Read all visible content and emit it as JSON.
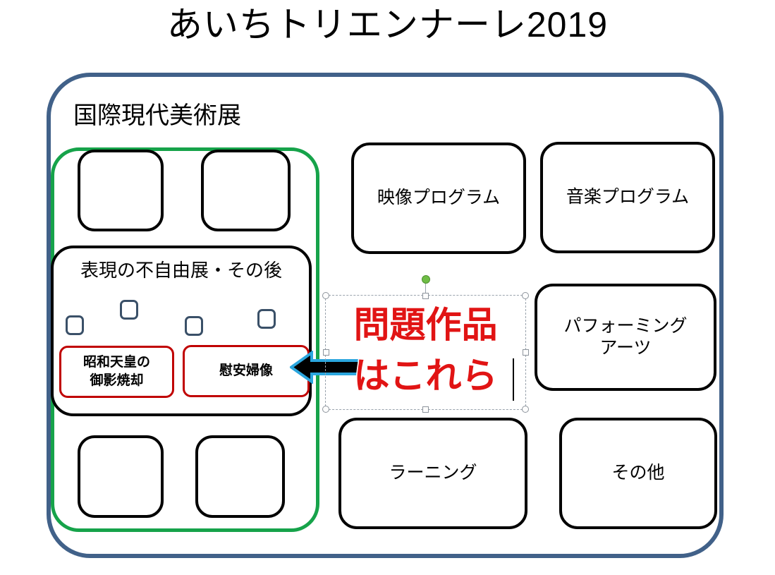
{
  "slide": {
    "title": "あいちトリエンナーレ2019",
    "background_color": "#FFFFFF"
  },
  "outer_frame": {
    "name": "outer-container",
    "border_color": "#416189"
  },
  "left_column": {
    "heading": "国際現代美術展",
    "green_frame_color": "#16A34A",
    "empty_cards": [
      {
        "label": ""
      },
      {
        "label": ""
      },
      {
        "label": ""
      },
      {
        "label": ""
      }
    ],
    "fuzuyu_group": {
      "label": "表現の不自由展・その後",
      "mini_squares_count": 4,
      "mini_square_border_color": "#3A5068",
      "works": [
        {
          "label": "昭和天皇の\n御影焼却",
          "border_color": "#C00000"
        },
        {
          "label": "慰安婦像",
          "border_color": "#C00000"
        }
      ]
    }
  },
  "right_column": {
    "cards": [
      {
        "label": "映像プログラム"
      },
      {
        "label": "音楽プログラム"
      },
      {
        "label": "パフォーミング\nアーツ"
      },
      {
        "label": "ラーニング"
      },
      {
        "label": "その他"
      }
    ]
  },
  "annotation": {
    "arrow": {
      "direction": "left",
      "fill_color": "#000000",
      "outline_color": "#2BA6DE"
    },
    "callout_text": "問題作品\nはこれら",
    "callout_color": "#E11414",
    "selection": {
      "state": "editing",
      "rotation_handle_color": "#6FBD45",
      "handle_border_color": "#8D949C",
      "border_style": "dashed"
    }
  }
}
